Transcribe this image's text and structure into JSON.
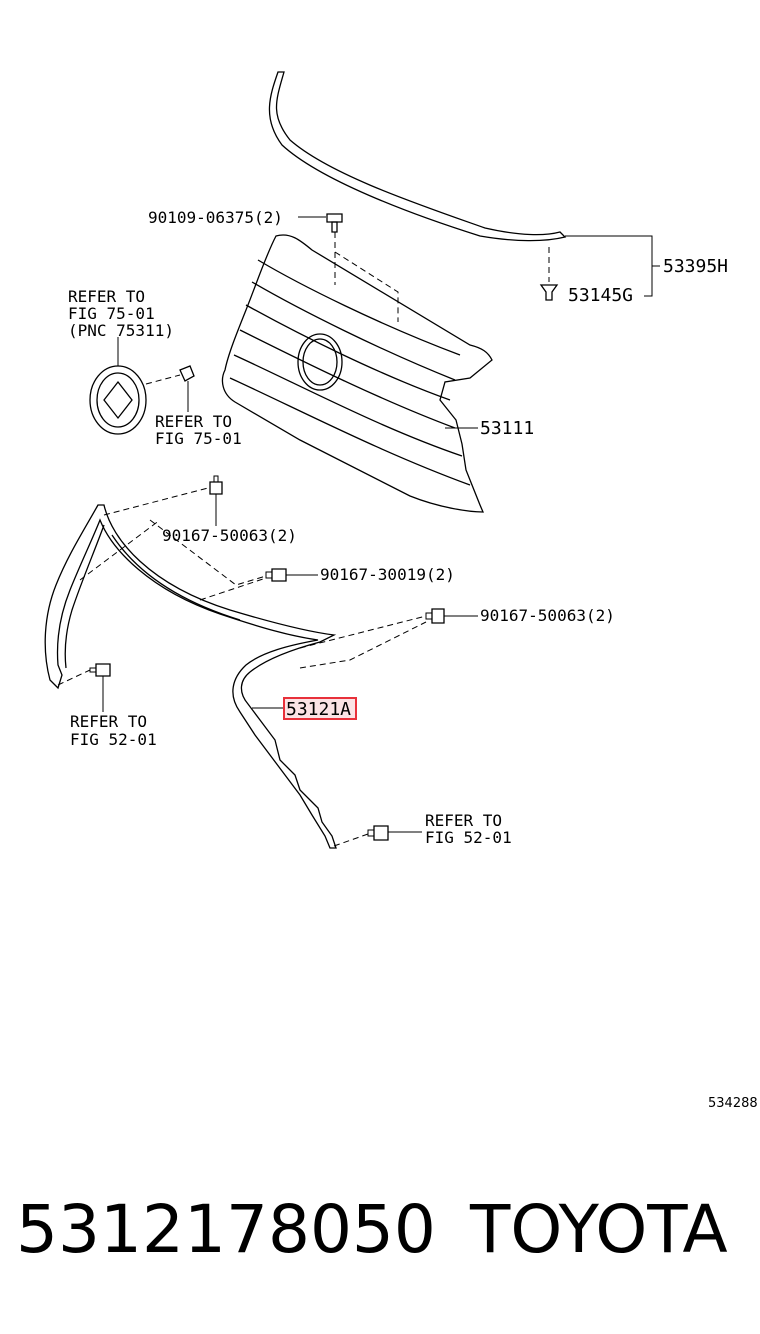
{
  "labels": {
    "bolt_top": "90109-06375(2)",
    "molding": "53395H",
    "clip": "53145G",
    "refer_emblem_1": "REFER TO",
    "refer_emblem_2": "FIG 75-01",
    "refer_emblem_3": "(PNC 75311)",
    "refer_mount_1": "REFER TO",
    "refer_mount_2": "FIG 75-01",
    "grille": "53111",
    "nut_upper_left": "90167-50063(2)",
    "nut_middle": "90167-30019(2)",
    "nut_right": "90167-50063(2)",
    "highlight_part": "53121A",
    "refer_left_1": "REFER TO",
    "refer_left_2": "FIG 52-01",
    "refer_bottom_1": "REFER TO",
    "refer_bottom_2": "FIG 52-01",
    "illustration_code": "534288"
  },
  "footer": {
    "part_number": "5312178050",
    "brand": "TOYOTA"
  },
  "colors": {
    "highlight_stroke": "#e8303a",
    "highlight_fill": "#fbe3e5"
  }
}
